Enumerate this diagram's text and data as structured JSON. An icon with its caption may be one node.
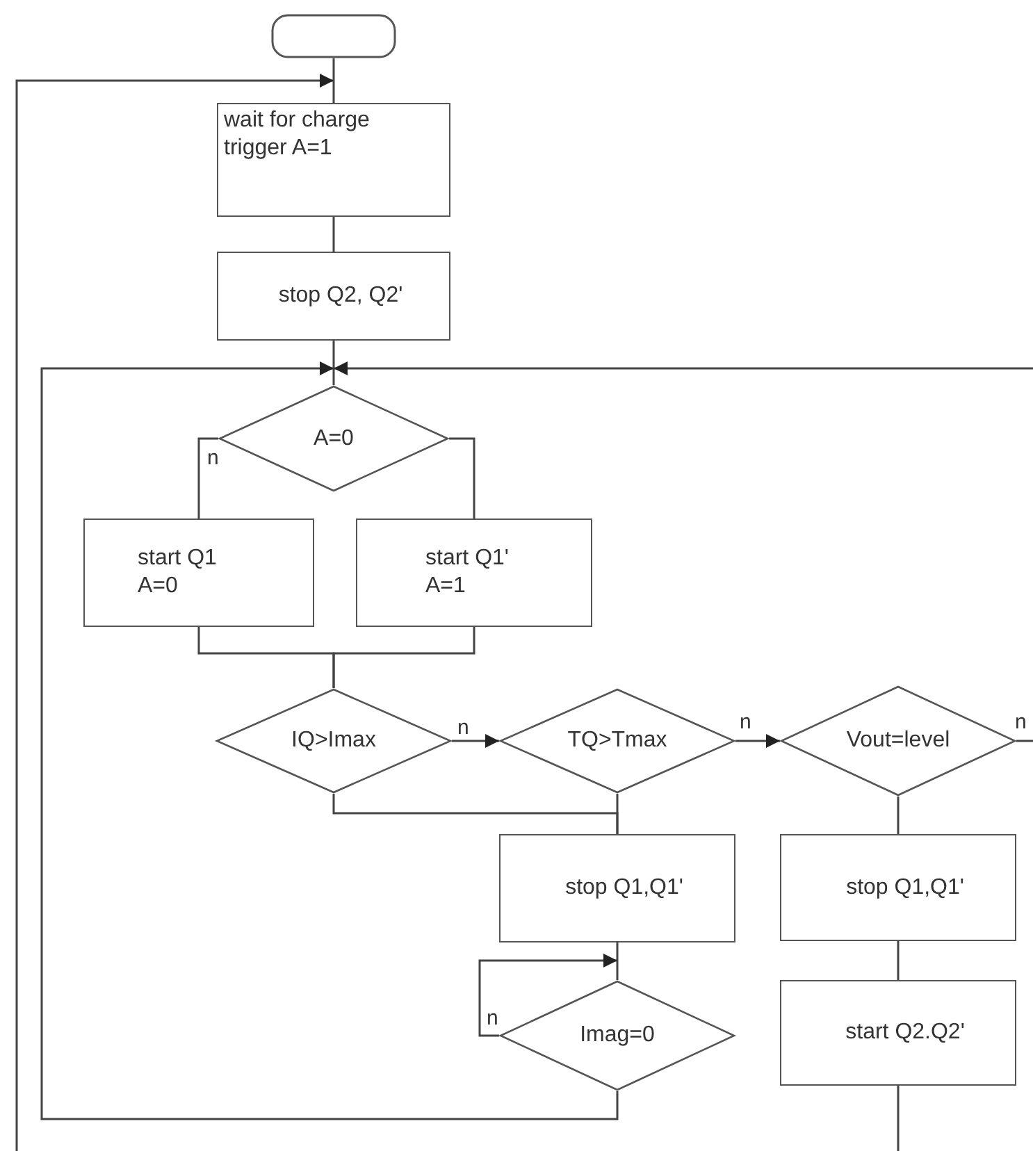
{
  "diagram": {
    "nodes": [
      {
        "text": [],
        "shape": "box"
      },
      {
        "text": [
          "wait for charge trigger A=1"
        ]
      },
      {
        "text": [
          "stop Q2, Q2'"
        ]
      },
      {
        "text": [
          "A=0"
        ]
      },
      {
        "text": [
          "start Q1 A=0"
        ]
      },
      {
        "text": [
          "start Q1' A=1"
        ]
      },
      {
        "text": [
          "IQ>Imax"
        ]
      },
      {
        "text": [
          "TQ>Tmax"
        ]
      },
      {
        "text": [
          "Vout=level"
        ]
      },
      {
        "text": [
          "stop Q1,Q1'"
        ]
      },
      {
        "text": [
          "stop Q1,Q1'"
        ]
      },
      {
        "text": [
          "Imag=0"
        ]
      },
      {
        "text": [
          "start Q2.Q2'"
        ]
      }
    ],
    "edges": [
      {
        "from": 0,
        "to": 1,
        "arrow": "none"
      },
      {
        "from": 12,
        "to": 1,
        "arrow": "to"
      },
      {
        "from": 1,
        "to": 2,
        "arrow": "none"
      },
      {
        "from": 2,
        "to": 3,
        "arrow": "none"
      },
      {
        "from": 11,
        "to": 3,
        "arrow": "to"
      },
      {
        "from": 8,
        "to": 3,
        "arrow": "to",
        "label": "n"
      },
      {
        "from": 3,
        "to": 4,
        "arrow": "none",
        "label": "n"
      },
      {
        "from": 3,
        "to": 5,
        "arrow": "none"
      },
      {
        "from": 4,
        "to": 6,
        "arrow": "none"
      },
      {
        "from": 5,
        "to": 6,
        "arrow": "none"
      },
      {
        "from": 6,
        "to": 7,
        "arrow": "to",
        "label": "n"
      },
      {
        "from": 6,
        "to": 9,
        "arrow": "none"
      },
      {
        "from": 7,
        "to": 9,
        "arrow": "none"
      },
      {
        "from": 7,
        "to": 8,
        "arrow": "to",
        "label": "n"
      },
      {
        "from": 8,
        "to": 10,
        "arrow": "none"
      },
      {
        "from": 10,
        "to": 12,
        "arrow": "none"
      },
      {
        "from": 9,
        "to": 11,
        "arrow": "none"
      },
      {
        "from": 11,
        "to": 11,
        "arrow": "to",
        "label": "n"
      }
    ]
  }
}
